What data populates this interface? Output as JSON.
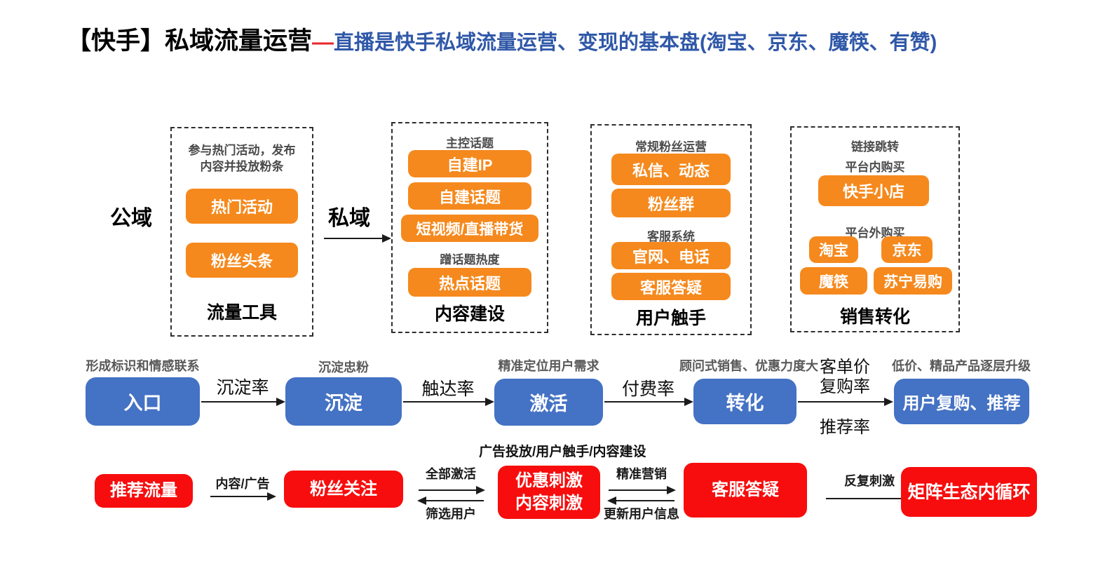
{
  "title": {
    "main": "【快手】私域流量运营",
    "dash": "—",
    "sub": "直播是快手私域流量运营、变现的基本盘(淘宝、京东、魔筷、有赞)"
  },
  "domains": {
    "public": "公域",
    "private": "私域"
  },
  "panels": {
    "traffic": {
      "note1": "参与热门活动，发布",
      "note2": "内容并投放粉条",
      "btn1": "热门活动",
      "btn2": "粉丝头条",
      "title": "流量工具"
    },
    "content": {
      "group1_label": "主控话题",
      "btn1": "自建IP",
      "btn2": "自建话题",
      "btn3": "短视频/直播带货",
      "group2_label": "蹭话题热度",
      "btn4": "热点话题",
      "title": "内容建设"
    },
    "touch": {
      "group1_label": "常规粉丝运营",
      "btn1": "私信、动态",
      "btn2": "粉丝群",
      "group2_label": "客服系统",
      "btn3": "官网、电话",
      "btn4": "客服答疑",
      "title": "用户触手"
    },
    "sales": {
      "top_label": "链接跳转",
      "group1_label": "平台内购买",
      "btn1": "快手小店",
      "group2_label": "平台外购买",
      "btn2": "淘宝",
      "btn3": "京东",
      "btn4": "魔筷",
      "btn5": "苏宁易购",
      "title": "销售转化"
    }
  },
  "funnel": {
    "s1": {
      "note": "形成标识和情感联系",
      "label": "入口"
    },
    "s2": {
      "note": "沉淀忠粉",
      "label": "沉淀"
    },
    "s3": {
      "note": "精准定位用户需求",
      "label": "激活"
    },
    "s4": {
      "note": "顾问式销售、优惠力度大",
      "label": "转化"
    },
    "s5": {
      "note": "低价、精品产品逐层升级",
      "label": "用户复购、推荐"
    },
    "a1": "沉淀率",
    "a2": "触达率",
    "a3": "付费率",
    "a4_top1": "客单价",
    "a4_top2": "复购率",
    "a4_bottom": "推荐率"
  },
  "loop": {
    "header": "广告投放/用户触手/内容建设",
    "b1": "推荐流量",
    "b2": "粉丝关注",
    "b3_line1": "优惠刺激",
    "b3_line2": "内容刺激",
    "b4": "客服答疑",
    "b5": "矩阵生态内循环",
    "a1": "内容/广告",
    "a2_top": "全部激活",
    "a2_bottom": "筛选用户",
    "a3_top": "精准营销",
    "a3_bottom": "更新用户信息",
    "a4": "反复刺激"
  },
  "colors": {
    "orange": "#f5891d",
    "blue": "#4472c4",
    "red": "#f70d0d",
    "title_blue": "#3058a8",
    "dash_red": "#e8262b"
  }
}
